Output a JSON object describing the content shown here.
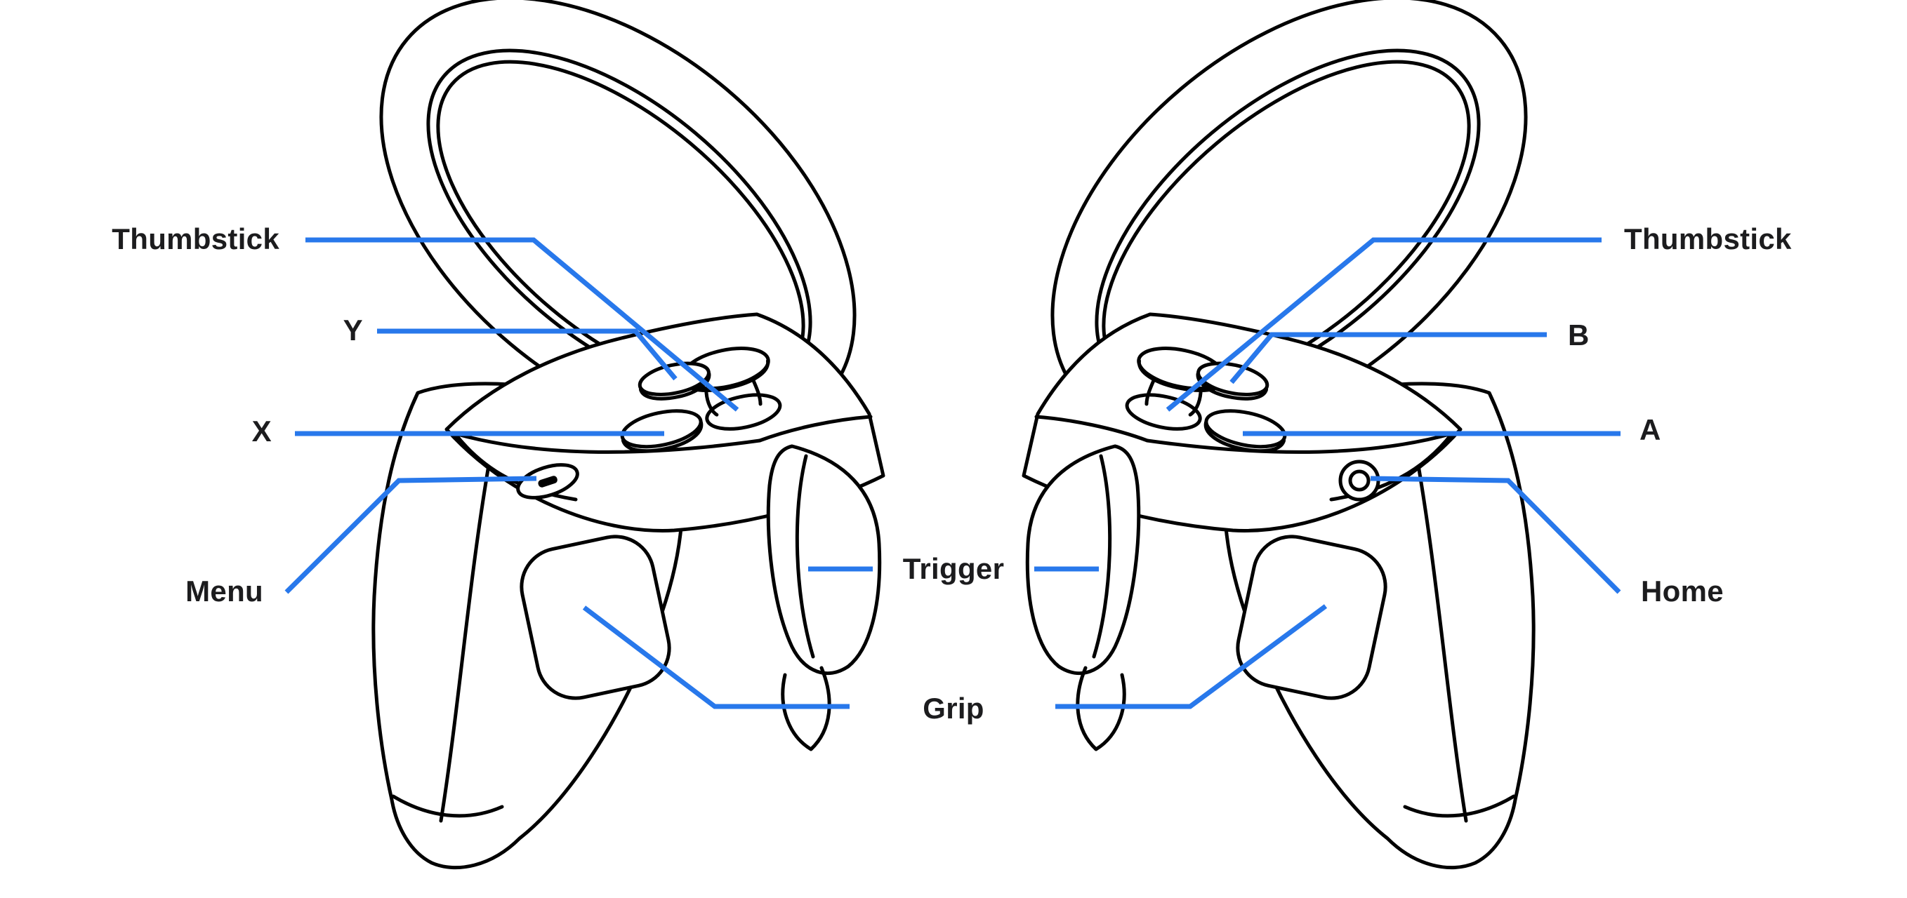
{
  "diagram": {
    "background_color": "#FFFFFF",
    "artwork_line_color": "#000000",
    "accent_line_color": "#2878EB",
    "label_text_color": "#1C1C1E",
    "left_controller": {
      "thumbstick_label": "Thumbstick",
      "y_button_label": "Y",
      "x_button_label": "X",
      "menu_button_label": "Menu"
    },
    "right_controller": {
      "thumbstick_label": "Thumbstick",
      "b_button_label": "B",
      "a_button_label": "A",
      "home_button_label": "Home"
    },
    "shared_labels": {
      "trigger_label": "Trigger",
      "grip_label": "Grip"
    }
  }
}
